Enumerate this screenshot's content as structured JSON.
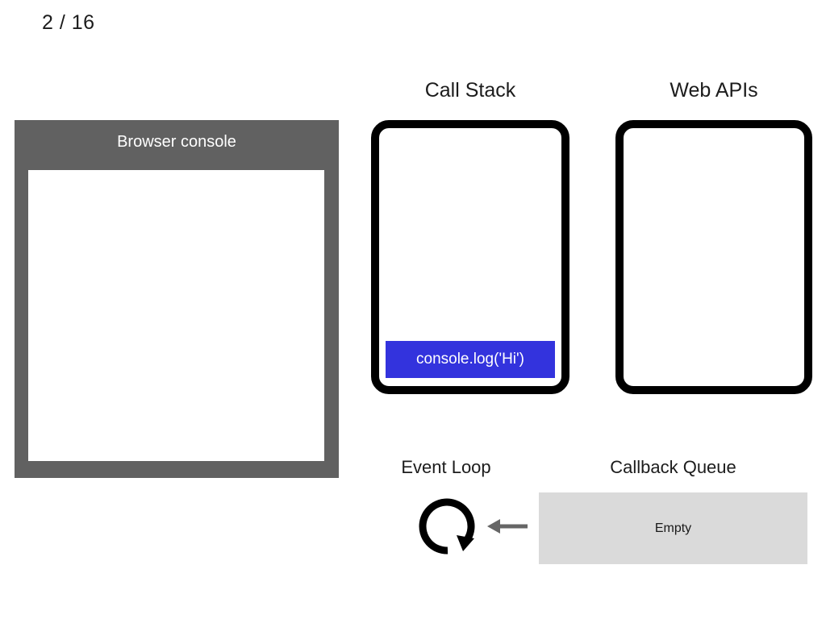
{
  "slide": {
    "counter": "2 / 16"
  },
  "console_panel": {
    "title": "Browser console",
    "output_lines": [],
    "frame_color": "#616161",
    "screen_color": "#ffffff"
  },
  "call_stack": {
    "title": "Call Stack",
    "frames": [
      {
        "label": "console.log('Hi')",
        "color": "#3333dd",
        "text_color": "#ffffff"
      }
    ]
  },
  "web_apis": {
    "title": "Web APIs",
    "items": []
  },
  "event_loop": {
    "title": "Event Loop",
    "icon": "circular-arrow-clockwise-icon",
    "arrow_icon": "arrow-left-icon",
    "arrow_color": "#666666"
  },
  "callback_queue": {
    "title": "Callback Queue",
    "status": "Empty",
    "background_color": "#dadada"
  }
}
